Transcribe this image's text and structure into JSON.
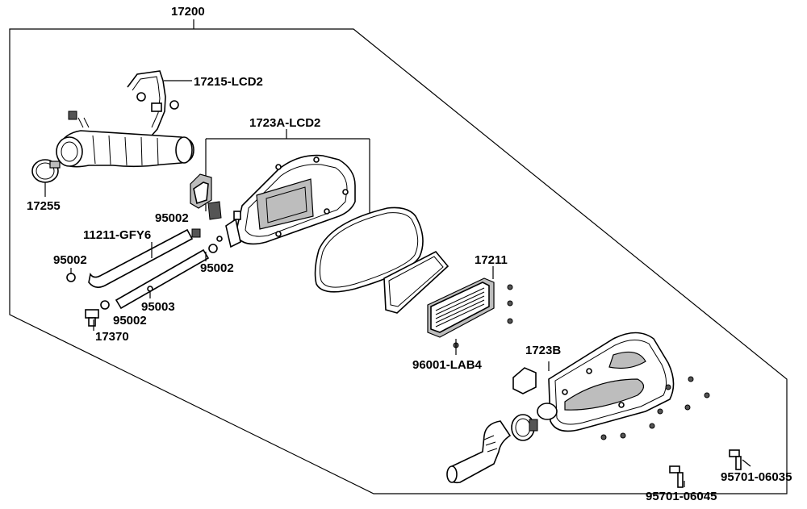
{
  "diagram": {
    "labels": {
      "assembly": "17200",
      "breather_tube": "17215-LCD2",
      "case_upper": "1723A-LCD2",
      "clamp": "17255",
      "seal_a": "95002",
      "hose": "11211-GFY6",
      "seal_b": "95002",
      "seal_c": "95002",
      "tube": "95003",
      "seal_d": "95002",
      "drain_plug": "17370",
      "element": "17211",
      "screw": "96001-LAB4",
      "case_lower": "1723B",
      "bolt_a": "95701-06035",
      "bolt_b": "95701-06045"
    }
  }
}
